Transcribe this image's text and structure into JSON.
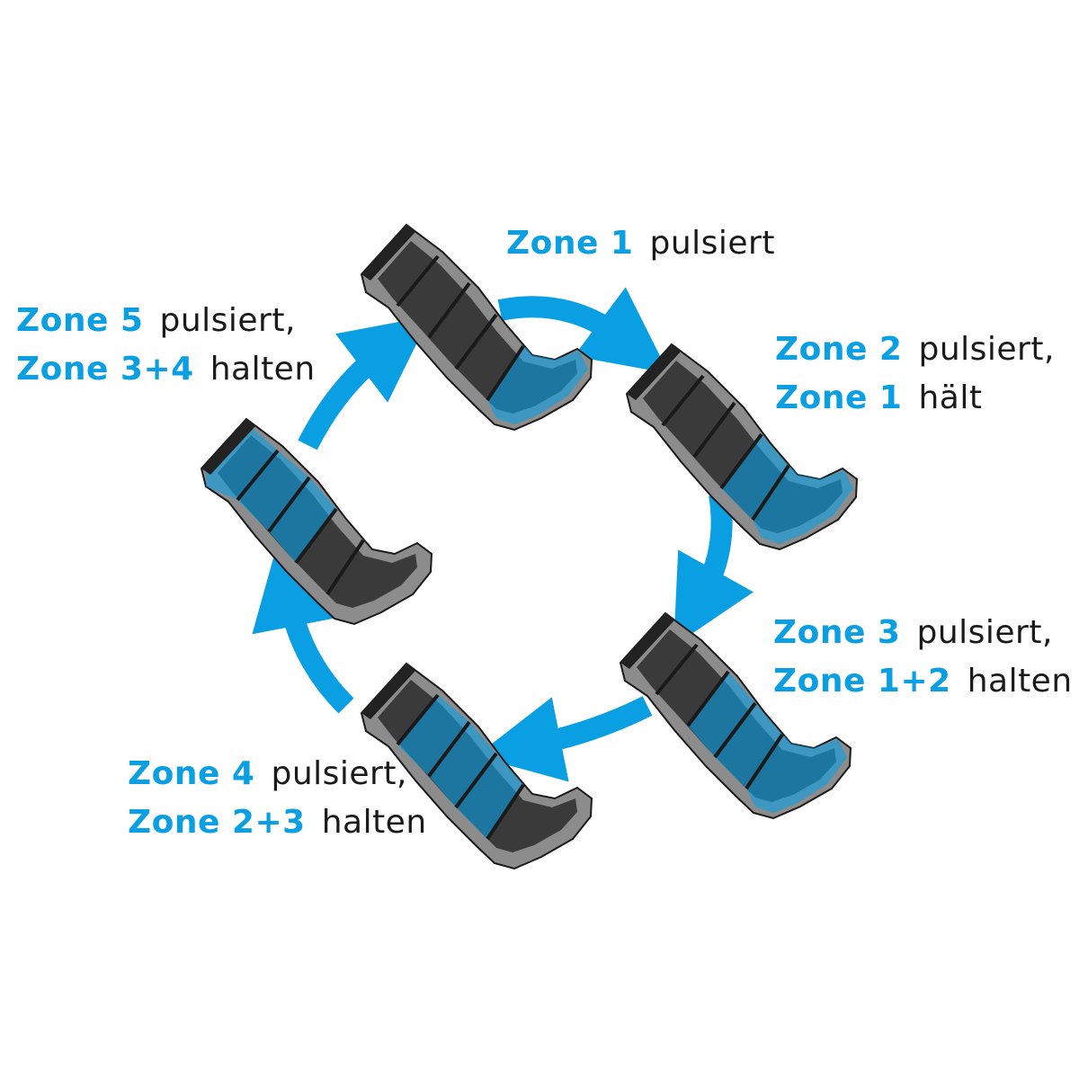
{
  "colors": {
    "accent": "#0a9fe3",
    "boot_outer": "#8c8c8c",
    "boot_inner": "#3a3a3a",
    "outline": "#1a1a1a"
  },
  "steps": [
    {
      "lines": [
        {
          "zone": "Zone 1",
          "action": "pulsiert"
        }
      ],
      "active_zones": [
        1
      ]
    },
    {
      "lines": [
        {
          "zone": "Zone 2",
          "action": "pulsiert,"
        },
        {
          "zone": "Zone 1",
          "action": "hält"
        }
      ],
      "active_zones": [
        1,
        2
      ]
    },
    {
      "lines": [
        {
          "zone": "Zone 3",
          "action": "pulsiert,"
        },
        {
          "zone": "Zone 1+2",
          "action": "halten"
        }
      ],
      "active_zones": [
        1,
        2,
        3
      ]
    },
    {
      "lines": [
        {
          "zone": "Zone 4",
          "action": "pulsiert,"
        },
        {
          "zone": "Zone 2+3",
          "action": "halten"
        }
      ],
      "active_zones": [
        2,
        3,
        4
      ]
    },
    {
      "lines": [
        {
          "zone": "Zone 5",
          "action": "pulsiert,"
        },
        {
          "zone": "Zone 3+4",
          "action": "halten"
        }
      ],
      "active_zones": [
        3,
        4,
        5
      ]
    }
  ]
}
